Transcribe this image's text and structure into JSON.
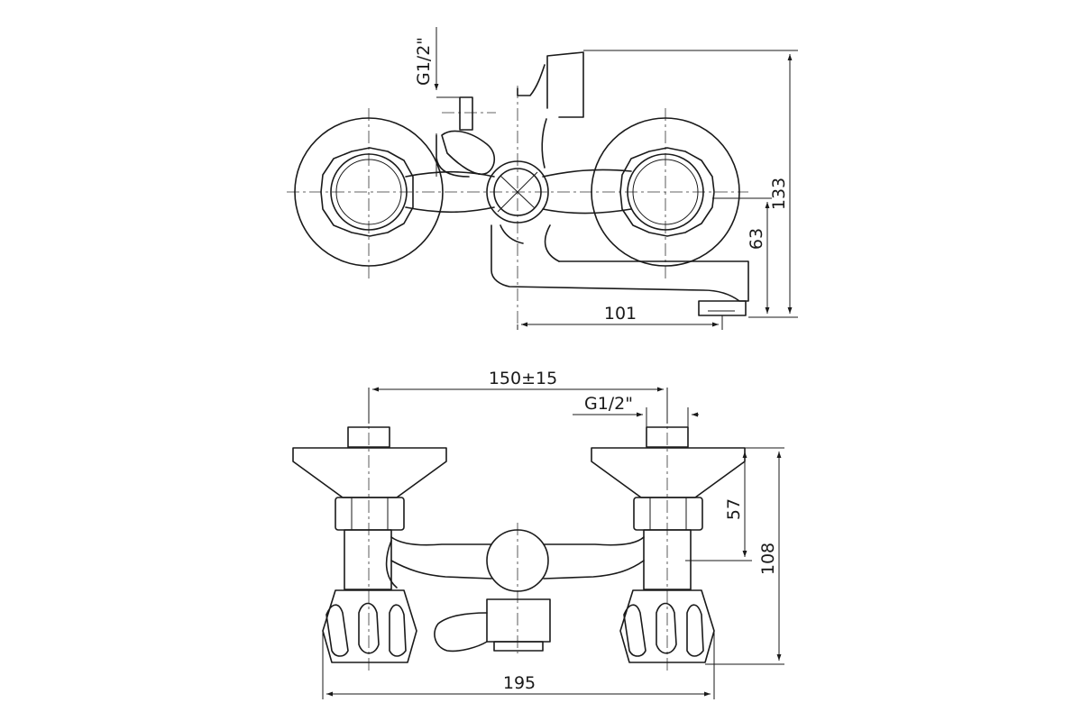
{
  "views": {
    "top": {
      "labels": {
        "thread": "G1/2\"",
        "height_total": "133",
        "height_spout": "63",
        "spout_reach": "101"
      }
    },
    "front": {
      "labels": {
        "center_distance": "150±15",
        "thread": "G1/2\"",
        "height_body": "57",
        "height_total": "108",
        "width_total": "195"
      }
    }
  }
}
